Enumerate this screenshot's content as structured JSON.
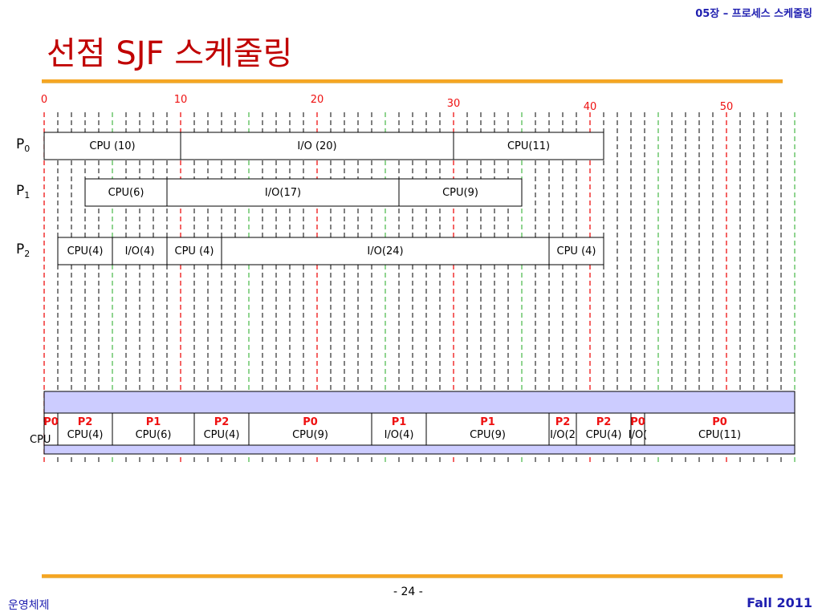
{
  "header": {
    "chapter": "05장 – 프로세스 스케줄링",
    "title": "선점 SJF 스케줄링"
  },
  "time_axis": {
    "ticks": [
      {
        "value": 0,
        "label": "0"
      },
      {
        "value": 10,
        "label": "10"
      },
      {
        "value": 20,
        "label": "20"
      },
      {
        "value": 30,
        "label": "30"
      },
      {
        "value": 40,
        "label": "40"
      },
      {
        "value": 50,
        "label": "50"
      }
    ],
    "max": 55
  },
  "processes": [
    {
      "name": "P",
      "sub": "0",
      "segments": [
        {
          "start": 0,
          "end": 10,
          "label": "CPU (10)"
        },
        {
          "start": 10,
          "end": 30,
          "label": "I/O (20)"
        },
        {
          "start": 30,
          "end": 41,
          "label": "CPU(11)"
        }
      ]
    },
    {
      "name": "P",
      "sub": "1",
      "segments": [
        {
          "start": 3,
          "end": 9,
          "label": "CPU(6)"
        },
        {
          "start": 9,
          "end": 26,
          "label": "I/O(17)"
        },
        {
          "start": 26,
          "end": 35,
          "label": "CPU(9)"
        }
      ]
    },
    {
      "name": "P",
      "sub": "2",
      "segments": [
        {
          "start": 1,
          "end": 5,
          "label": "CPU(4)"
        },
        {
          "start": 5,
          "end": 9,
          "label": "I/O(4)"
        },
        {
          "start": 9,
          "end": 13,
          "label": "CPU (4)"
        },
        {
          "start": 13,
          "end": 37,
          "label": "I/O(24)"
        },
        {
          "start": 37,
          "end": 41,
          "label": "CPU (4)"
        }
      ]
    }
  ],
  "schedule": {
    "row_label": "CPU",
    "blocks": [
      {
        "start": 0,
        "end": 1,
        "proc": "P0",
        "label": ""
      },
      {
        "start": 1,
        "end": 5,
        "proc": "P2",
        "label": "CPU(4)"
      },
      {
        "start": 5,
        "end": 11,
        "proc": "P1",
        "label": "CPU(6)"
      },
      {
        "start": 11,
        "end": 15,
        "proc": "P2",
        "label": "CPU(4)"
      },
      {
        "start": 15,
        "end": 24,
        "proc": "P0",
        "label": "CPU(9)"
      },
      {
        "start": 24,
        "end": 28,
        "proc": "P1",
        "label": "I/O(4)"
      },
      {
        "start": 28,
        "end": 37,
        "proc": "P1",
        "label": "CPU(9)"
      },
      {
        "start": 37,
        "end": 39,
        "proc": "P2",
        "label": "I/O(2"
      },
      {
        "start": 39,
        "end": 43,
        "proc": "P2",
        "label": "CPU(4)"
      },
      {
        "start": 43,
        "end": 44,
        "proc": "P0",
        "label": "I/O("
      },
      {
        "start": 44,
        "end": 55,
        "proc": "P0",
        "label": "CPU(11)"
      }
    ]
  },
  "colors": {
    "accent_red": "#ee1111",
    "grid_green": "#22aa22",
    "schedule_band": "#ccccff",
    "footer_blue": "#1f1fb0",
    "orange_rule": "#f5a623"
  },
  "footer": {
    "left": "운영체제",
    "page": "- 24 -",
    "right": "Fall 2011"
  }
}
